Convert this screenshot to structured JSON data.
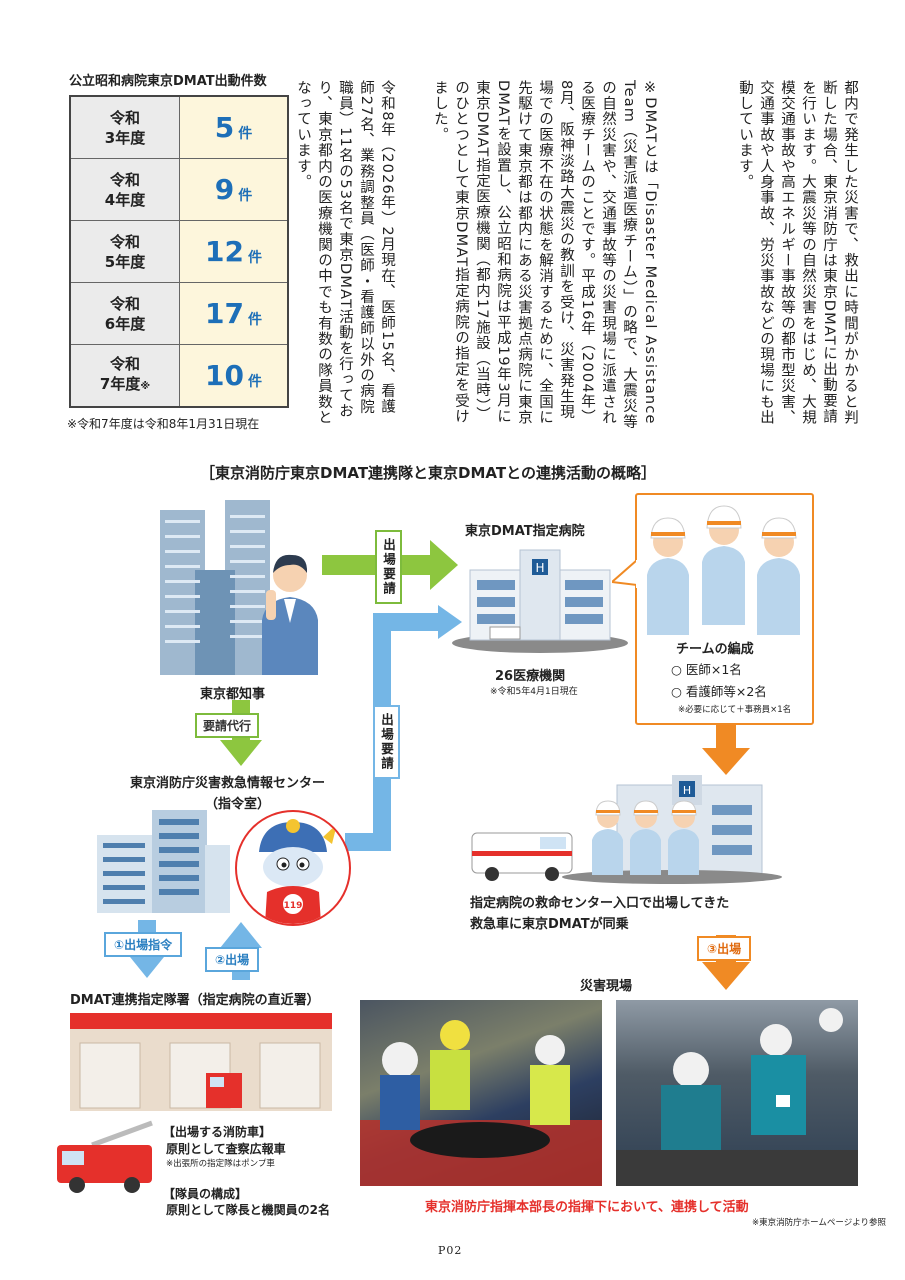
{
  "intro_text": "都内で発生した災害で、救出に時間がかかると判断した場合、東京消防庁は東京DMATに出動要請を行います。大震災等の自然災害をはじめ、大規模交通事故や高エネルギー事故等の都市型災害、交通事故や人身事故、労災事故などの現場にも出動しています。",
  "note_text": "※DMATとは「Disaster Medical Assistance Team（災害派遣医療チーム）」の略で、大震災等の自然災害や、交通事故等の災害現場に派遣される医療チームのことです。平成16年（2004年）8月、阪神淡路大震災の教訓を受け、災害発生現場での医療不在の状態を解消するために、全国に先駆けて東京都は都内にある災害拠点病院に東京DMATを設置し、公立昭和病院は平成19年3月に東京DMAT指定医療機関（都内17施設（当時））のひとつとして東京DMAT指定病院の指定を受けました。",
  "staff_text": "令和8年（2026年）2月現在、医師15名、看護師27名、業務調整員（医師・看護師以外の病院職員）11名の53名で東京DMAT活動を行っており、東京都内の医療機関の中でも有数の隊員数となっています。",
  "table": {
    "title": "公立昭和病院東京DMAT出動件数",
    "unit": "件",
    "rows": [
      {
        "line1": "令和",
        "line2": "3年度",
        "mark": "",
        "count": "5"
      },
      {
        "line1": "令和",
        "line2": "4年度",
        "mark": "",
        "count": "9"
      },
      {
        "line1": "令和",
        "line2": "5年度",
        "mark": "",
        "count": "12"
      },
      {
        "line1": "令和",
        "line2": "6年度",
        "mark": "",
        "count": "17"
      },
      {
        "line1": "令和",
        "line2": "7年度",
        "mark": "※",
        "count": "10"
      }
    ],
    "footnote": "※令和7年度は令和8年1月31日現在"
  },
  "diagram": {
    "title": "［東京消防庁東京DMAT連携隊と東京DMATとの連携活動の概略］",
    "governor_label": "東京都知事",
    "request_tag_1": "出場要請",
    "request_tag_2": "出場要請",
    "proxy_tag": "要請代行",
    "center_label_1": "東京消防庁災害救急情報センター",
    "center_label_2": "（指令室）",
    "hospital_title": "東京DMAT指定病院",
    "hospital_count": "26医療機関",
    "hospital_note": "※令和5年4月1日現在",
    "team_title": "チームの編成",
    "team_item_1": "○ 医師×1名",
    "team_item_2": "○ 看護師等×2名",
    "team_note": "※必要に応じて＋事務員×1名",
    "order_tag": "①出場指令",
    "dispatch_tag": "②出場",
    "station_label": "DMAT連携指定隊署（指定病院の直近署）",
    "fire_truck_head": "【出場する消防車】",
    "fire_truck_body": "原則として査察広報車",
    "fire_truck_note": "※出張所の指定隊はポンプ車",
    "crew_head": "【隊員の構成】",
    "crew_body": "原則として隊長と機関員の2名",
    "ambulance_text_1": "指定病院の救命センター入口で出場してきた",
    "ambulance_text_2": "救急車に東京DMATが同乗",
    "dispatch3_tag": "③出場",
    "scene_label": "災害現場",
    "caption": "東京消防庁指揮本部長の指揮下において、連携して活動",
    "source_note": "※東京消防庁ホームページより参照",
    "mascot_badge": "119"
  },
  "page_number": "P02",
  "colors": {
    "green": "#7dbb3c",
    "blue": "#5aa6dc",
    "orange": "#f08a24",
    "red": "#e5302b",
    "count_blue": "#1d6fb8"
  }
}
